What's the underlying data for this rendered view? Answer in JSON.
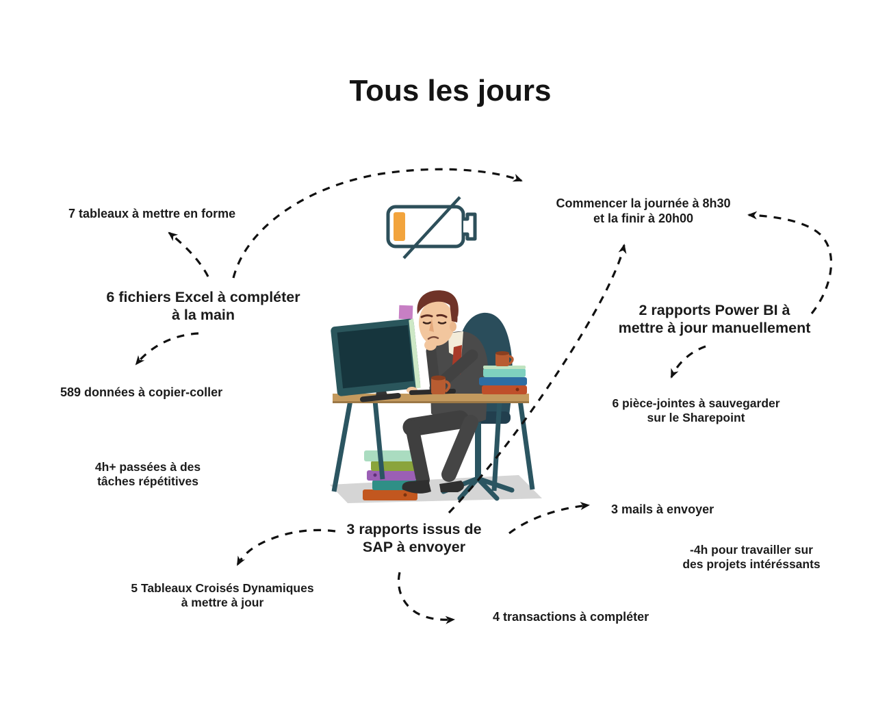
{
  "title": "Tous les jours",
  "annotations": [
    {
      "id": "tableaux",
      "lines": [
        "7 tableaux à mettre en forme",
        ""
      ]
    },
    {
      "id": "horaires",
      "lines": [
        "Commencer la journée à 8h30",
        "et la finir à 20h00"
      ]
    },
    {
      "id": "excel",
      "lines": [
        "6 fichiers Excel à compléter",
        "à la main"
      ]
    },
    {
      "id": "powerbi",
      "lines": [
        "2 rapports Power BI à",
        "mettre à jour manuellement"
      ]
    },
    {
      "id": "donnees",
      "lines": [
        "589 données à copier-coller",
        ""
      ]
    },
    {
      "id": "piecejointes",
      "lines": [
        "6 pièce-jointes à sauvegarder",
        "sur le Sharepoint"
      ]
    },
    {
      "id": "taches",
      "lines": [
        "4h+ passées à des",
        "tâches répétitives"
      ]
    },
    {
      "id": "sap",
      "lines": [
        "3 rapports issus de",
        "SAP à envoyer"
      ]
    },
    {
      "id": "mails",
      "lines": [
        "3 mails à envoyer",
        ""
      ]
    },
    {
      "id": "projets",
      "lines": [
        "-4h pour travailler sur",
        "des projets intéréssants"
      ]
    },
    {
      "id": "tcd",
      "lines": [
        "5 Tableaux Croisés Dynamiques",
        "à mettre à jour"
      ]
    },
    {
      "id": "transactions",
      "lines": [
        "4 transactions à compléter",
        ""
      ]
    }
  ],
  "icons": {
    "battery": {
      "name": "low-battery-icon",
      "outline_color": "#2d4f5a",
      "level_color": "#f2a43d"
    },
    "worker": {
      "name": "tired-office-worker-illustration"
    }
  },
  "colors": {
    "text": "#1b1b1b",
    "arrow": "#111111",
    "desk": "#c49a5e",
    "suit": "#4a4a4a",
    "chair_teal": "#2b5561",
    "skin": "#f2c69e",
    "hair": "#6f3328",
    "tie": "#a83a28",
    "shadow": "#d5d5d5"
  }
}
